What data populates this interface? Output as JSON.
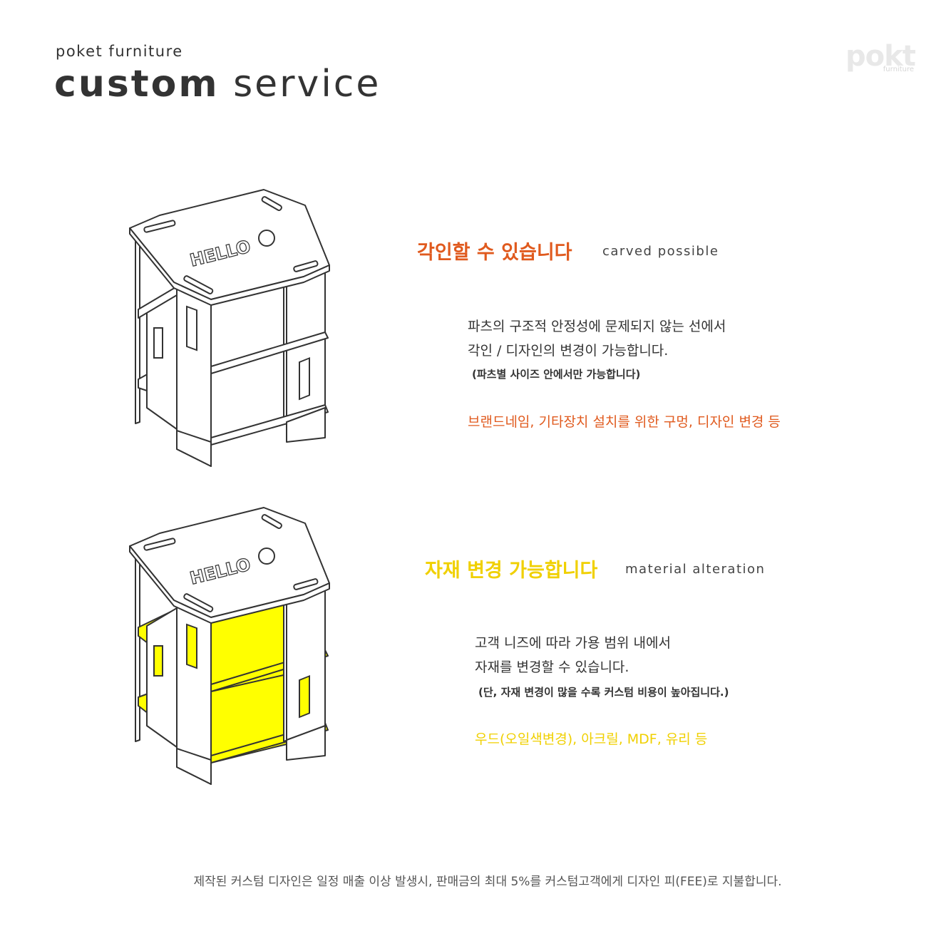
{
  "header": {
    "subtitle": "poket furniture",
    "title_bold": "custom",
    "title_light": "service"
  },
  "logo": {
    "word": "pokt",
    "small": "furniture"
  },
  "illustration": {
    "engraving": "HELLO",
    "material_highlight_color": "#ffff00"
  },
  "section_carved": {
    "heading": "각인할 수 있습니다",
    "heading_en": "carved possible",
    "lines": [
      "파츠의 구조적 안정성에 문제되지 않는 선에서",
      "각인 / 디자인의 변경이 가능합니다."
    ],
    "note": "(파츠별 사이즈 안에서만 가능합니다)",
    "accent": "브랜드네임, 기타장치 설치를 위한 구멍, 디자인 변경 등",
    "accent_color": "#e05a1e"
  },
  "section_material": {
    "heading": "자재 변경 가능합니다",
    "heading_en": "material alteration",
    "lines": [
      "고객 니즈에 따라 가용 범위 내에서",
      "자재를 변경할 수 있습니다."
    ],
    "note": "(단, 자재 변경이 많을 수록 커스텀 비용이 높아집니다.)",
    "accent": "우드(오일색변경), 아크릴, MDF, 유리 등",
    "accent_color": "#f0d000"
  },
  "footer": {
    "text": "제작된 커스텀 디자인은 일정 매출 이상 발생시, 판매금의 최대 5%를 커스텀고객에게 디자인 피(FEE)로 지불합니다."
  }
}
